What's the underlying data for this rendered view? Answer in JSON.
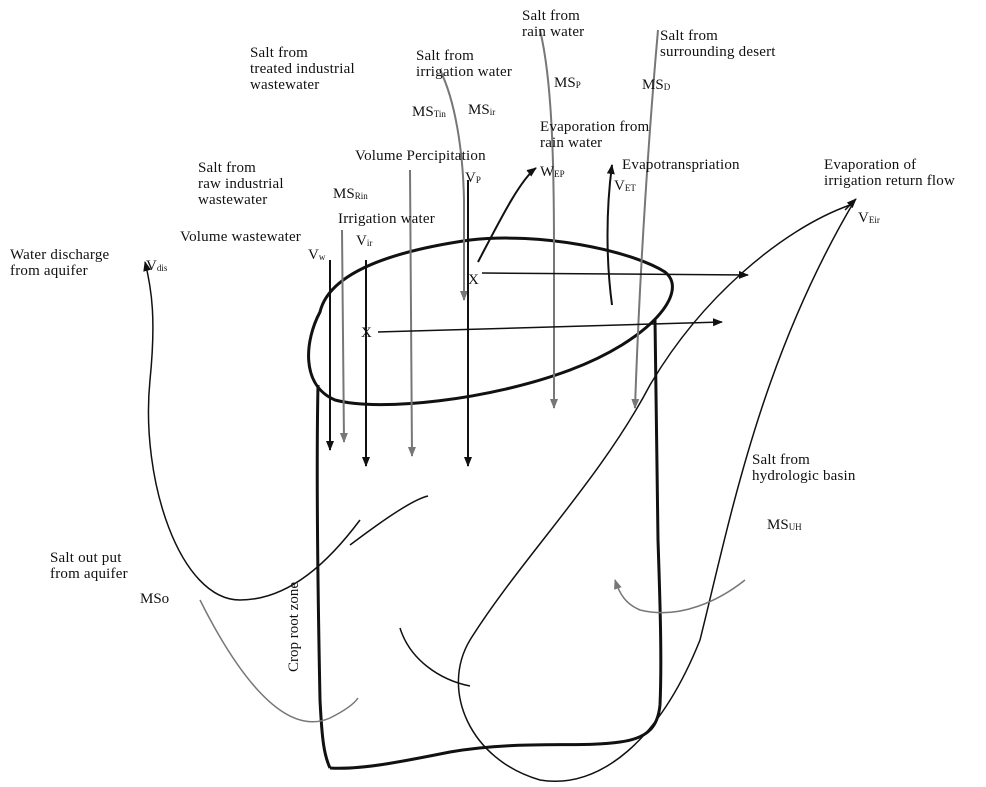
{
  "labels": {
    "water_discharge": "Water discharge\nfrom aquifer",
    "volume_wastewater": "Volume wastewater",
    "salt_raw_industrial": "Salt from\nraw industrial\nwastewater",
    "irrigation_water": "Irrigation water",
    "salt_treated_industrial": "Salt from\ntreated industrial\nwastewater",
    "salt_irrigation_water": "Salt from\nirrigation water",
    "volume_percipitation": "Volume Percipitation",
    "salt_rain_water": "Salt from\nrain water",
    "evaporation_rain_water": "Evaporation from\nrain water",
    "salt_surrounding_desert": "Salt from\nsurrounding desert",
    "evapotranspriation": "Evapotranspriation",
    "evaporation_return_flow": "Evaporation of\nirrigation return flow",
    "salt_hydrologic_basin": "Salt from\nhydrologic basin",
    "salt_output_aquifer": "Salt out put\nfrom aquifer",
    "crop_root_zone": "Crop root zone"
  },
  "symbols": {
    "v_dis": {
      "main": "V",
      "sub": "dis"
    },
    "v_w": {
      "main": "V",
      "sub": "w"
    },
    "ms_rin": {
      "main": "MS",
      "sub": "Rin"
    },
    "v_ir": {
      "main": "V",
      "sub": "ir"
    },
    "ms_tin": {
      "main": "MS",
      "sub": "Tin"
    },
    "ms_ir": {
      "main": "MS",
      "sub": "ir"
    },
    "v_p": {
      "main": "V",
      "sub": "P"
    },
    "ms_p": {
      "main": "MS",
      "sub": "P"
    },
    "w_ep": {
      "main": "W",
      "sub": "EP"
    },
    "ms_d": {
      "main": "MS",
      "sub": "D"
    },
    "v_et": {
      "main": "V",
      "sub": "ET"
    },
    "v_eir": {
      "main": "V",
      "sub": "Eir"
    },
    "ms_uh": {
      "main": "MS",
      "sub": "UH"
    },
    "ms_o": {
      "main": "MSo",
      "sub": ""
    }
  },
  "marks": {
    "x1": "X",
    "x2": "X"
  }
}
